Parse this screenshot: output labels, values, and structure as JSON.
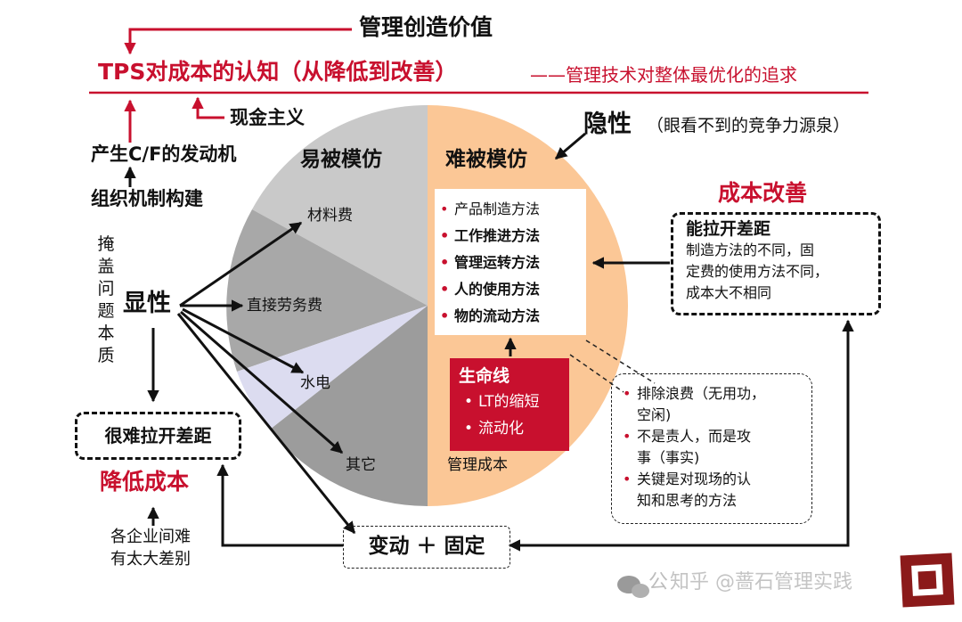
{
  "top_label": "管理创造价值",
  "title": "TPS对成本的认知（从降低到改善）",
  "title_suffix": "——管理技术对整体最优化的追求",
  "cash_principle": "现金主义",
  "cf_engine": "产生C/F的发动机",
  "org_mechanism": "组织机制构建",
  "left_pie_header": "易被模仿",
  "right_pie_header": "难被模仿",
  "hidden": {
    "label": "隐性",
    "note": "（眼看不到的竞争力源泉）"
  },
  "methods": {
    "items": [
      {
        "text": "产品制造方法",
        "bold": false
      },
      {
        "text": "工作推进方法",
        "bold": true
      },
      {
        "text": "管理运转方法",
        "bold": true
      },
      {
        "text": "人的使用方法",
        "bold": true
      },
      {
        "text": "物的流动方法",
        "bold": true
      }
    ]
  },
  "cost_improvement": {
    "title": "成本改善",
    "box_title": "能拉开差距",
    "lines": [
      "制造方法的不同，固",
      "定费的使用方法不同，",
      "成本大不相同"
    ]
  },
  "lifeline": {
    "title": "生命线",
    "items": [
      "LT的缩短",
      "流动化"
    ]
  },
  "management_cost": "管理成本",
  "pie_labels": {
    "material": "材料费",
    "labor": "直接劳务费",
    "utility": "水电",
    "other": "其它"
  },
  "explicit": "显性",
  "cover_essence": "掩盖问题本质",
  "hard_gap": "很难拉开差距",
  "reduce_cost": "降低成本",
  "enterprise_note": [
    "各企业间难",
    "有太大差别"
  ],
  "variable_fixed": "变动 ＋ 固定",
  "waste_notes": {
    "items": [
      {
        "lines": [
          "排除浪费（无用功，",
          "空闲)"
        ]
      },
      {
        "lines": [
          "不是责人，而是攻",
          "事（事实)"
        ]
      },
      {
        "lines": [
          "关键是对现场的认",
          "知和思考的方法"
        ]
      }
    ]
  },
  "watermark": "知乎 @蔷石管理实践",
  "watermark_prefix": "公",
  "colors": {
    "accent_red": "#c8102e",
    "pie_material": "#c9c9c9",
    "pie_labor": "#a8a8a8",
    "pie_utility": "#dcdcf0",
    "pie_other": "#9c9c9c",
    "pie_right": "#fbc796"
  }
}
